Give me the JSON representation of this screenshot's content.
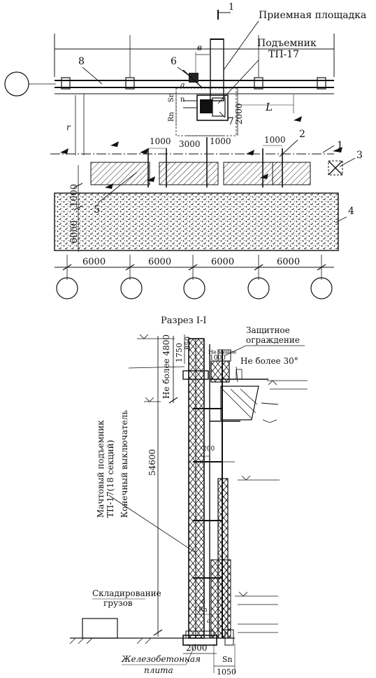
{
  "plan": {
    "labels": {
      "receiving_platform": "Приемная площадка",
      "lift_line1": "Подъемник",
      "lift_line2": "ТП-17",
      "section_mark": "1",
      "callout_1": "1",
      "callout_2": "2",
      "callout_3": "3",
      "callout_4": "4",
      "callout_5": "5",
      "callout_6": "6",
      "callout_7": "7",
      "callout_8": "8",
      "b": "в",
      "a": "а",
      "n": "n",
      "sn": "Sn",
      "rn": "Rn",
      "L": "L",
      "r": "r"
    },
    "dims": {
      "d2000": "2000",
      "d3000": "3000",
      "d1000a": "1000",
      "d1000b": "1000",
      "d1000c": "1000",
      "d1000v": "1000",
      "d6000v": "6000",
      "spans": [
        "6000",
        "6000",
        "6000",
        "6000"
      ]
    }
  },
  "section": {
    "title": "Разрез I-I",
    "guard_line1": "Защитное",
    "guard_line2": "ограждение",
    "not_less": "Не менее",
    "d1000": "1000",
    "not_more_30": "Не более 30°",
    "not_more_4800": "Не более 4800",
    "d1750": "1750",
    "d850": "850",
    "d54600": "54600",
    "d200": "200",
    "mast_line1": "Мачтовый подъемник",
    "mast_line2": "ТП-17(18 секций)",
    "limit_switch": "Конечный выключатель",
    "storage_line1": "Складирование",
    "storage_line2": "грузов",
    "d2000": "2000",
    "sn": "Sn",
    "d1050": "1050",
    "rn": "Rn",
    "slab_line1": "Железобетонная",
    "slab_line2": "плита",
    "n": "n",
    "a": "a"
  }
}
